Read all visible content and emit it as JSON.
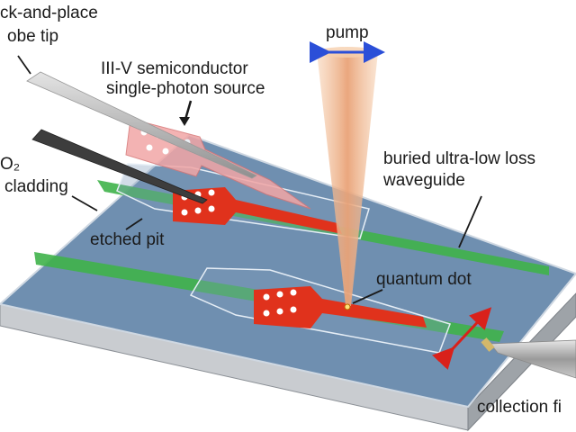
{
  "labels": {
    "probe_line1": "ck-and-place",
    "probe_line2": "obe tip",
    "source_line1": "III-V semiconductor",
    "source_line2": "single-photon source",
    "pump": "pump",
    "sio2": "O₂",
    "cladding": "cladding",
    "waveguide_line1": "buried ultra-low loss",
    "waveguide_line2": "waveguide",
    "etched_pit": "etched pit",
    "quantum_dot": "quantum dot",
    "collection_fiber": "collection fi"
  },
  "colors": {
    "chip_top": "#6f8fb0",
    "chip_side_front": "#c9ccd0",
    "chip_side_right": "#9ea3a8",
    "waveguide": "#3fb24a",
    "device": "#e0321c",
    "device_lifted": "#f2a6a6",
    "pump_beam": "#f0b48c",
    "arrow_blue": "#2b4fd8",
    "arrow_red": "#d9211b"
  }
}
